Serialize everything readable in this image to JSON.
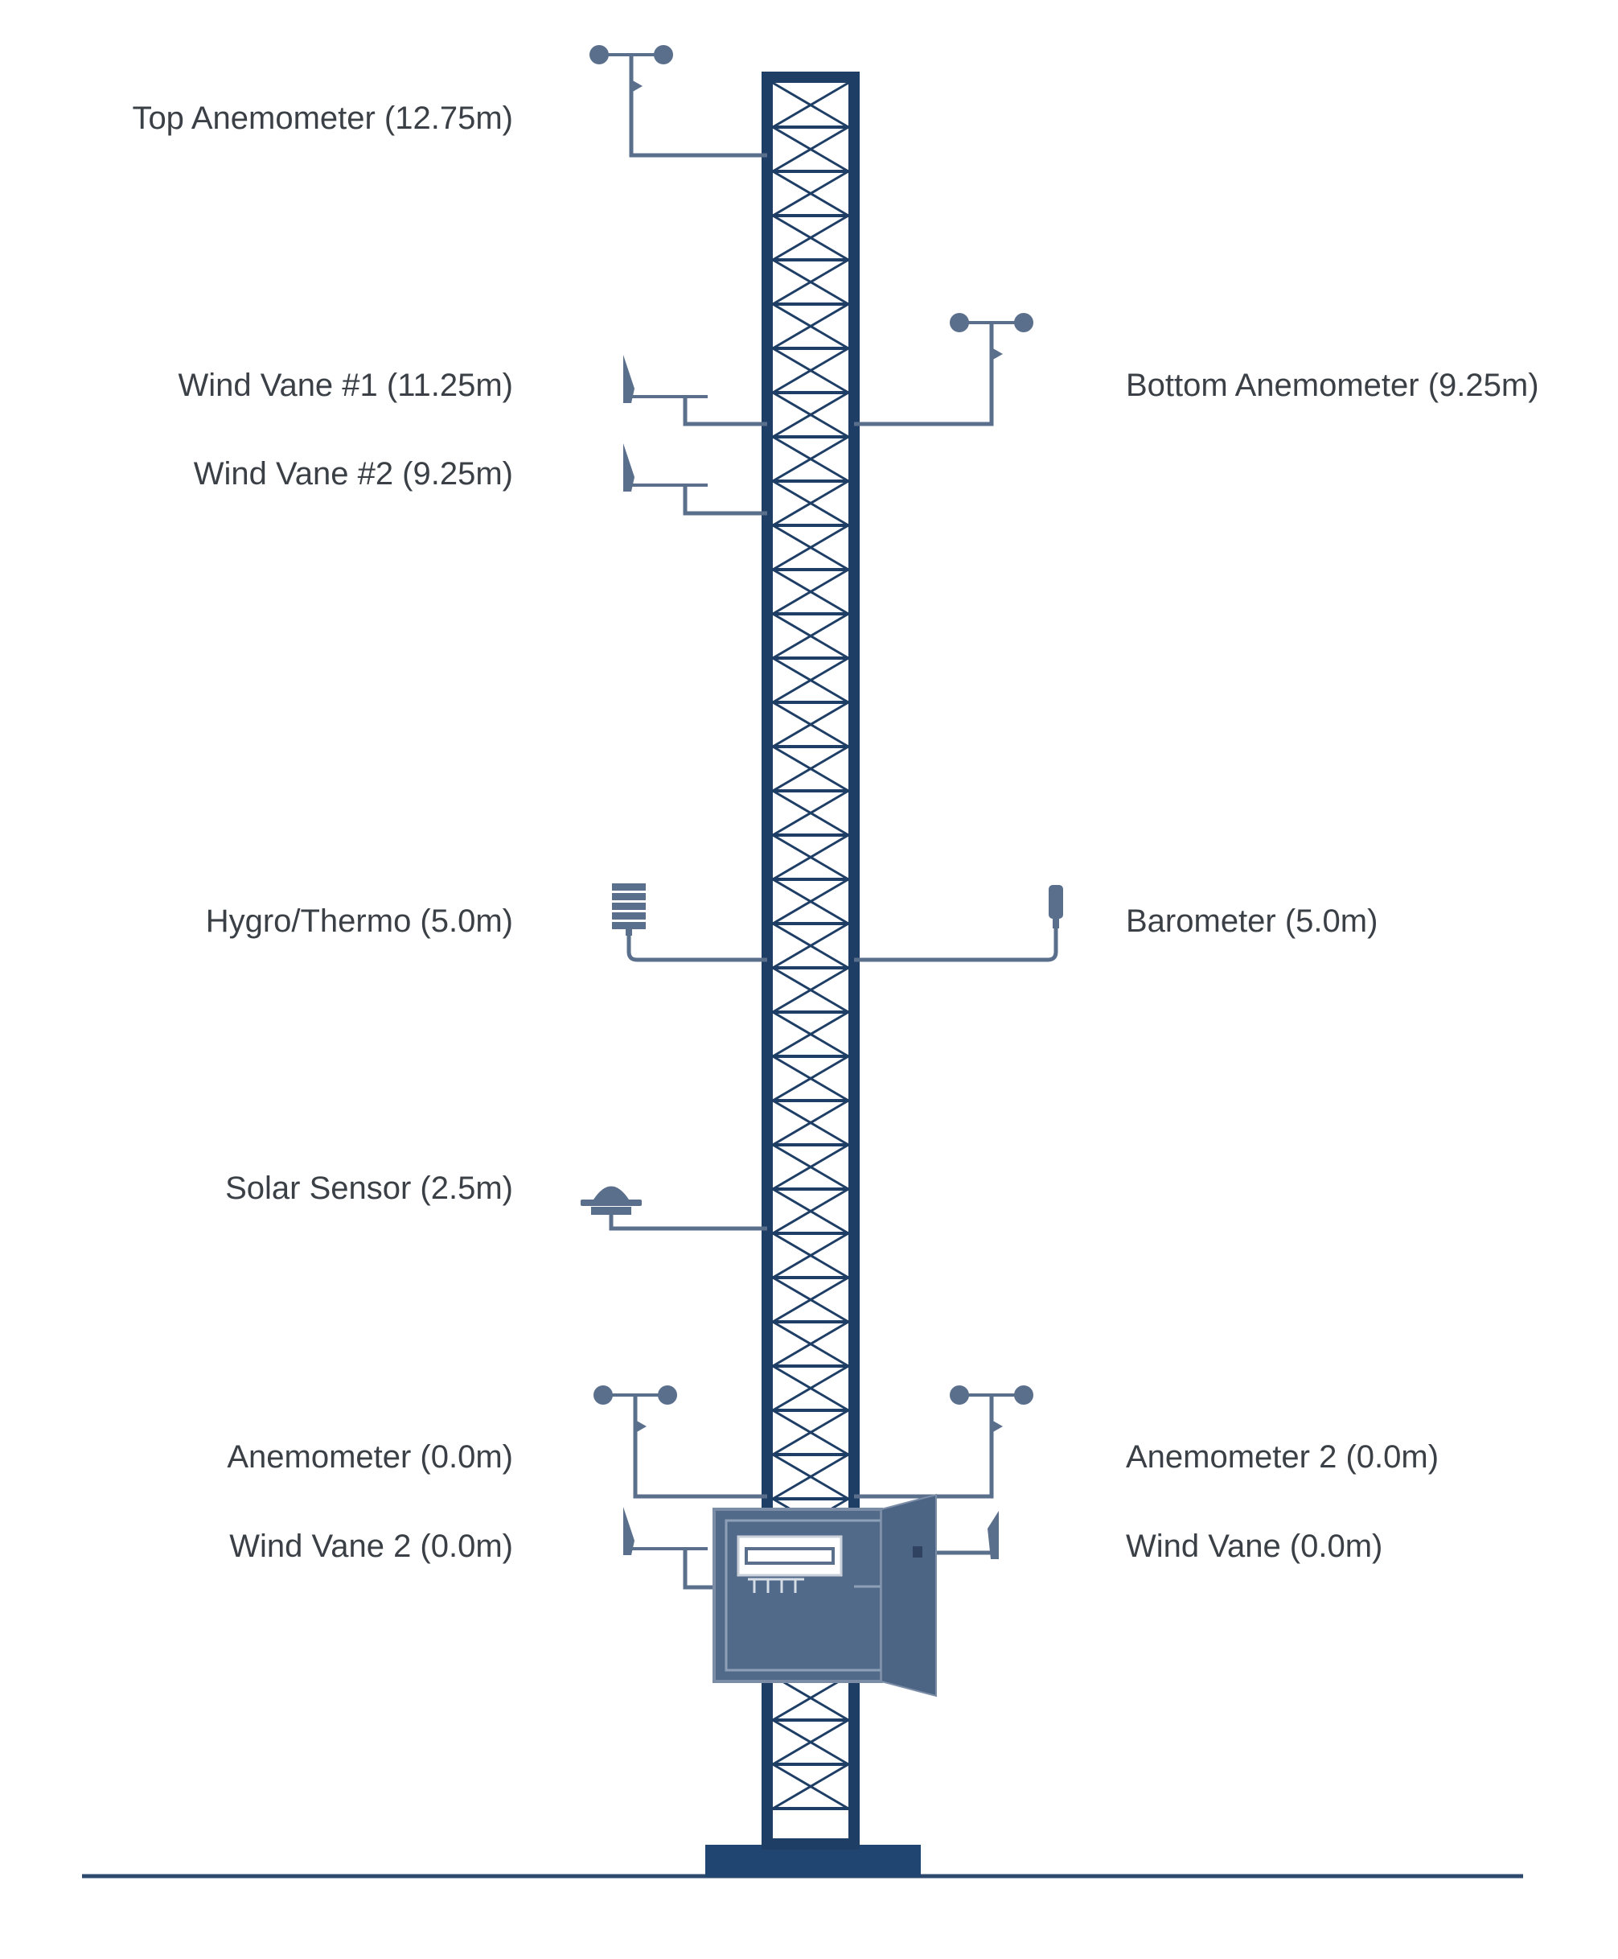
{
  "colors": {
    "tower": "#1e3e66",
    "sensor": "#5a6f8c",
    "logger_box": "#526a89",
    "logger_door": "#4d6585",
    "text": "#3a4046",
    "ground": "#2d4a6e",
    "base": "#1f4570"
  },
  "labels": {
    "top_anemometer": "Top Anemometer (12.75m)",
    "wind_vane_1": "Wind Vane #1 (11.25m)",
    "wind_vane_2_top": "Wind Vane #2 (9.25m)",
    "bottom_anemometer": "Bottom Anemometer (9.25m)",
    "hygro_thermo": "Hygro/Thermo (5.0m)",
    "barometer": "Barometer (5.0m)",
    "solar_sensor": "Solar Sensor (2.5m)",
    "anemometer_ground": "Anemometer (0.0m)",
    "anemometer_2_ground": "Anemometer 2 (0.0m)",
    "wind_vane_2_ground": "Wind Vane 2 (0.0m)",
    "wind_vane_ground": "Wind Vane (0.0m)"
  },
  "icons": {
    "anemometer": "anemometer-icon",
    "wind_vane": "wind-vane-icon",
    "hygro_thermo": "hygro-thermo-icon",
    "barometer": "barometer-icon",
    "solar": "solar-sensor-icon",
    "logger": "data-logger-icon"
  }
}
